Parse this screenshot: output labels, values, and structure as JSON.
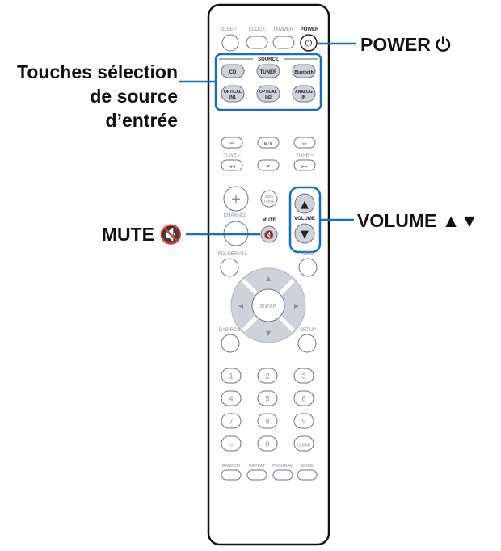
{
  "callouts": {
    "power": "POWER ⏻",
    "source_line1": "Touches sélection",
    "source_line2": "de source",
    "source_line3": "d’entrée",
    "mute": "MUTE 🔇",
    "volume": "VOLUME ▲▼"
  },
  "remote": {
    "top_labels": {
      "sleep": "SLEEP",
      "clock": "CLOCK",
      "dimmer": "DIMMER",
      "power": "POWER"
    },
    "power_symbol": "⏻",
    "source_title": "SOURCE",
    "source_buttons": {
      "cd": "CD",
      "tuner": "TUNER",
      "bluetooth": "Bluetooth",
      "optical1_l1": "OPTICAL",
      "optical1_l2": "IN1",
      "optical2_l1": "OPTICAL",
      "optical2_l2": "IN2",
      "analog_l1": "ANALOG",
      "analog_l2": "IN"
    },
    "transport": {
      "prev": "⏮",
      "play_pause": "▶/■",
      "next": "⏭",
      "tune_minus": "TUNE −",
      "tune_plus": "TUNE +",
      "rew": "◀◀",
      "stop": "■",
      "ff": "▶▶"
    },
    "channel_plus": "+",
    "channel_label": "CHANNEL",
    "sdb_l1": "SDB/",
    "sdb_l2": "TONE",
    "mute_label": "MUTE",
    "mute_symbol": "🔇",
    "volume_label": "VOLUME",
    "vol_up": "▲",
    "vol_down": "▼",
    "folder_label": "FOLDER/ALL",
    "info_label": "INFO",
    "dpad": {
      "up": "▲",
      "down": "▼",
      "left": "◀",
      "right": "▶",
      "enter": "ENTER"
    },
    "dab_label": "DAB/RDS",
    "setup_label": "SETUP",
    "numpad": [
      "1",
      "2",
      "3",
      "4",
      "5",
      "6",
      "7",
      "8",
      "9",
      "+10",
      "0",
      "CLEAR"
    ],
    "bottom_labels": {
      "random": "RANDOM",
      "repeat": "REPEAT",
      "program": "PROGRAM",
      "mode": "MODE"
    }
  }
}
